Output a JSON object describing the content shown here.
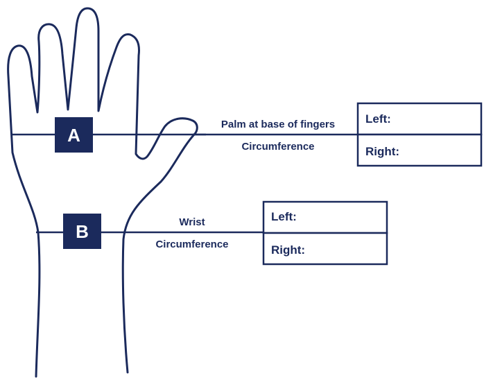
{
  "measurement_a": {
    "marker": "A",
    "caption_line1": "Palm at base of fingers",
    "caption_line2": "Circumference",
    "left_label": "Left:",
    "right_label": "Right:"
  },
  "measurement_b": {
    "marker": "B",
    "caption_line1": "Wrist",
    "caption_line2": "Circumference",
    "left_label": "Left:",
    "right_label": "Right:"
  },
  "colors": {
    "ink": "#1b2a5c",
    "background": "#ffffff"
  }
}
